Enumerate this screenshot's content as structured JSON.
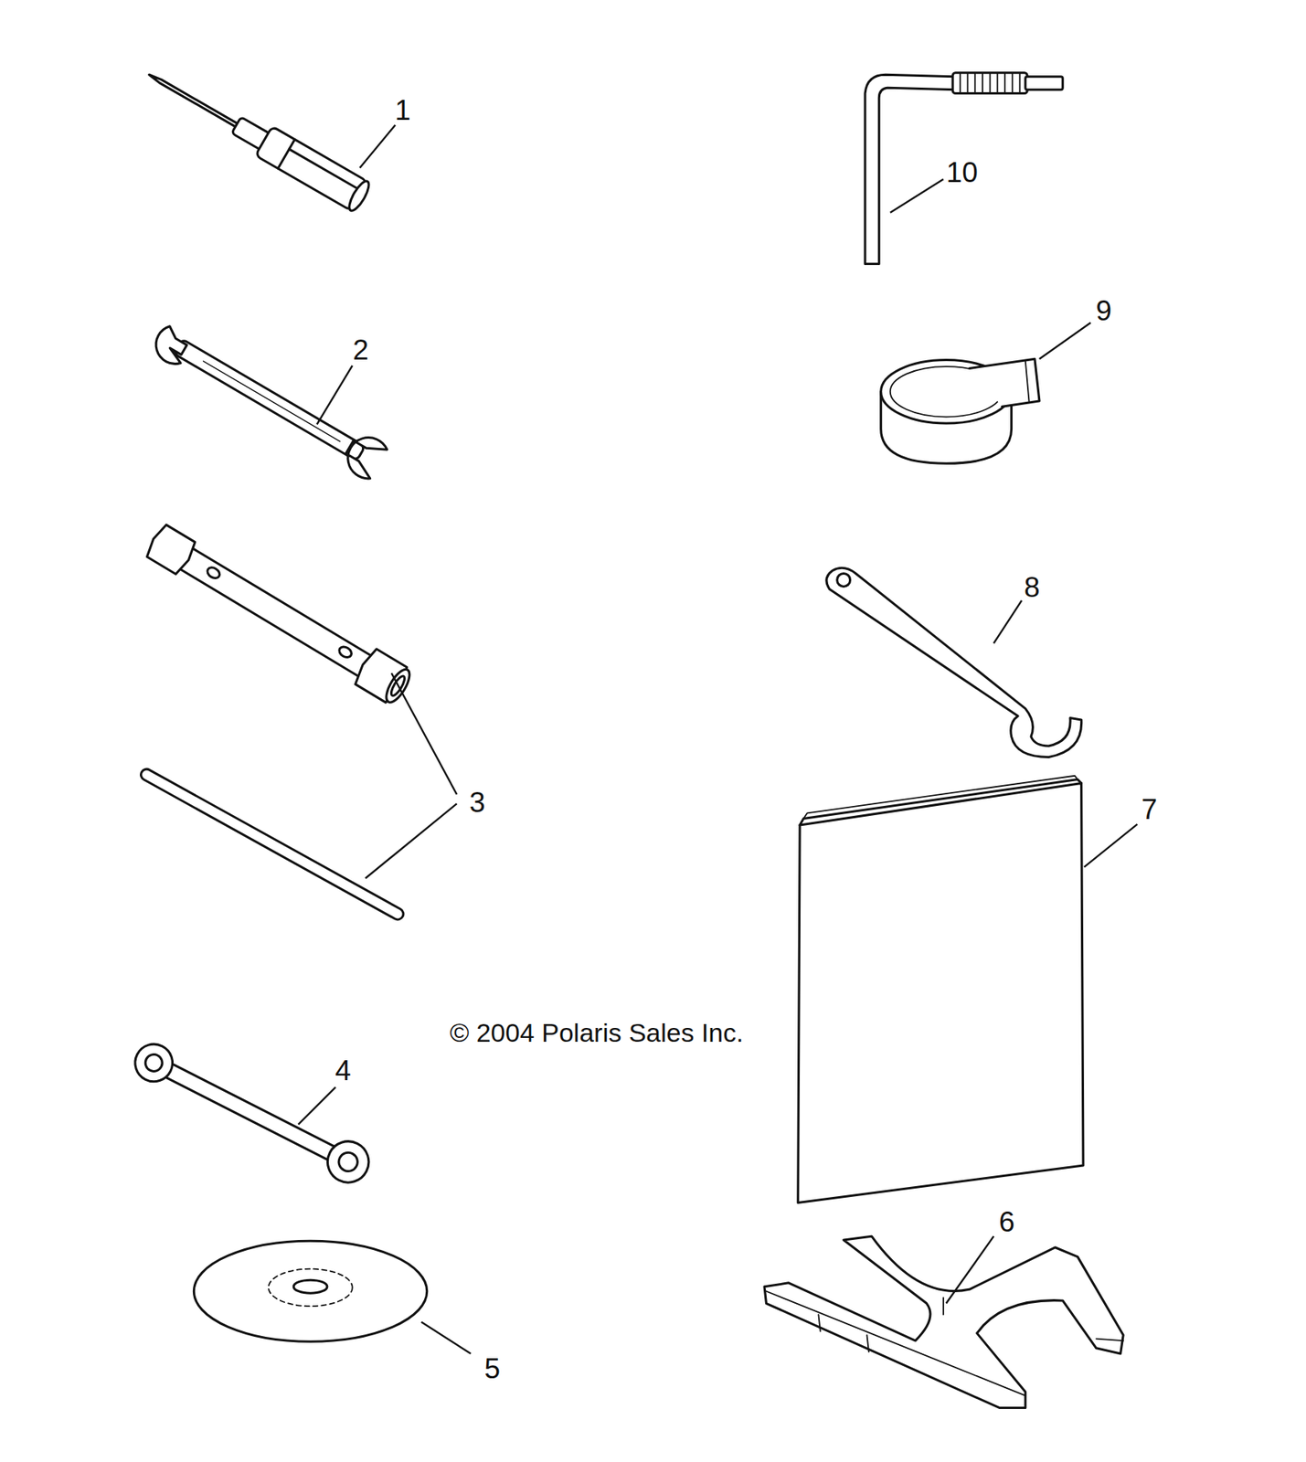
{
  "diagram": {
    "labels": [
      "1",
      "10",
      "9",
      "2",
      "8",
      "3",
      "7",
      "© 2004 Polaris Sales Inc.",
      "4",
      "6",
      "5"
    ]
  }
}
